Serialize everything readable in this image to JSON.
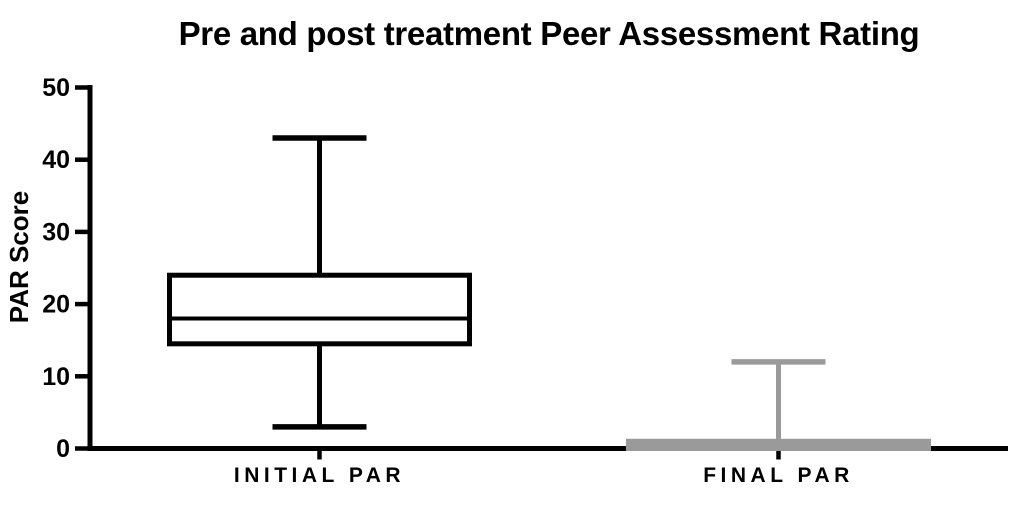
{
  "chart_data": {
    "type": "boxplot",
    "title": "Pre and post treatment Peer Assessment Rating",
    "ylabel": "PAR Score",
    "xlabel": "",
    "ylim": [
      0,
      50
    ],
    "yticks": [
      0,
      10,
      20,
      30,
      40,
      50
    ],
    "grid": false,
    "legend": "none",
    "categories": [
      "INITIAL PAR",
      "FINAL PAR"
    ],
    "series": [
      {
        "name": "INITIAL PAR",
        "min": 3,
        "q1": 14.5,
        "median": 18,
        "q3": 24,
        "max": 43,
        "color": "#000000"
      },
      {
        "name": "FINAL PAR",
        "min": 0,
        "q1": 0,
        "median": 0.5,
        "q3": 1,
        "max": 12,
        "color": "#9a9a9a"
      }
    ]
  },
  "colors": {
    "background": "#ffffff",
    "axis": "#000000",
    "box_fill": "#ffffff"
  }
}
